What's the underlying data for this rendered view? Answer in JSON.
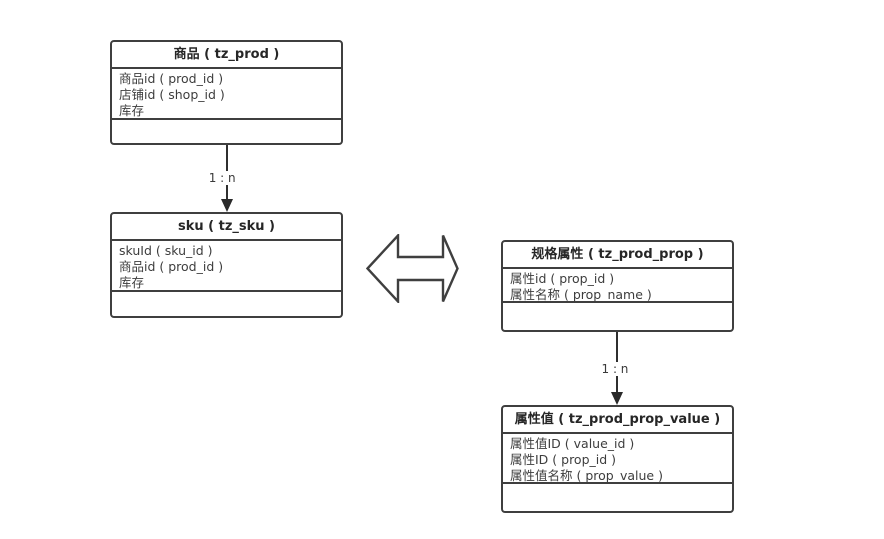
{
  "diagram": {
    "background_color": "#ffffff",
    "line_color": "#3f3f3f",
    "text_color": "#3d3d3d",
    "tables": [
      {
        "title": "商品 ( tz_prod )",
        "fields": [
          "商品id ( prod_id )",
          "店铺id ( shop_id )",
          "库存"
        ]
      },
      {
        "title": "sku ( tz_sku )",
        "fields": [
          "skuId ( sku_id )",
          "商品id ( prod_id )",
          "库存"
        ]
      },
      {
        "title": "规格属性 ( tz_prod_prop )",
        "fields": [
          "属性id ( prop_id )",
          "属性名称 ( prop_name )"
        ]
      },
      {
        "title": "属性值 ( tz_prod_prop_value )",
        "fields": [
          "属性值ID ( value_id )",
          "属性ID ( prop_id )",
          "属性值名称 ( prop_value )"
        ]
      }
    ],
    "connectors": [
      {
        "label": "1 : n",
        "from": "商品 ( tz_prod )",
        "to": "sku ( tz_sku )"
      },
      {
        "label": "1 : n",
        "from": "规格属性 ( tz_prod_prop )",
        "to": "属性值 ( tz_prod_prop_value )"
      }
    ]
  }
}
